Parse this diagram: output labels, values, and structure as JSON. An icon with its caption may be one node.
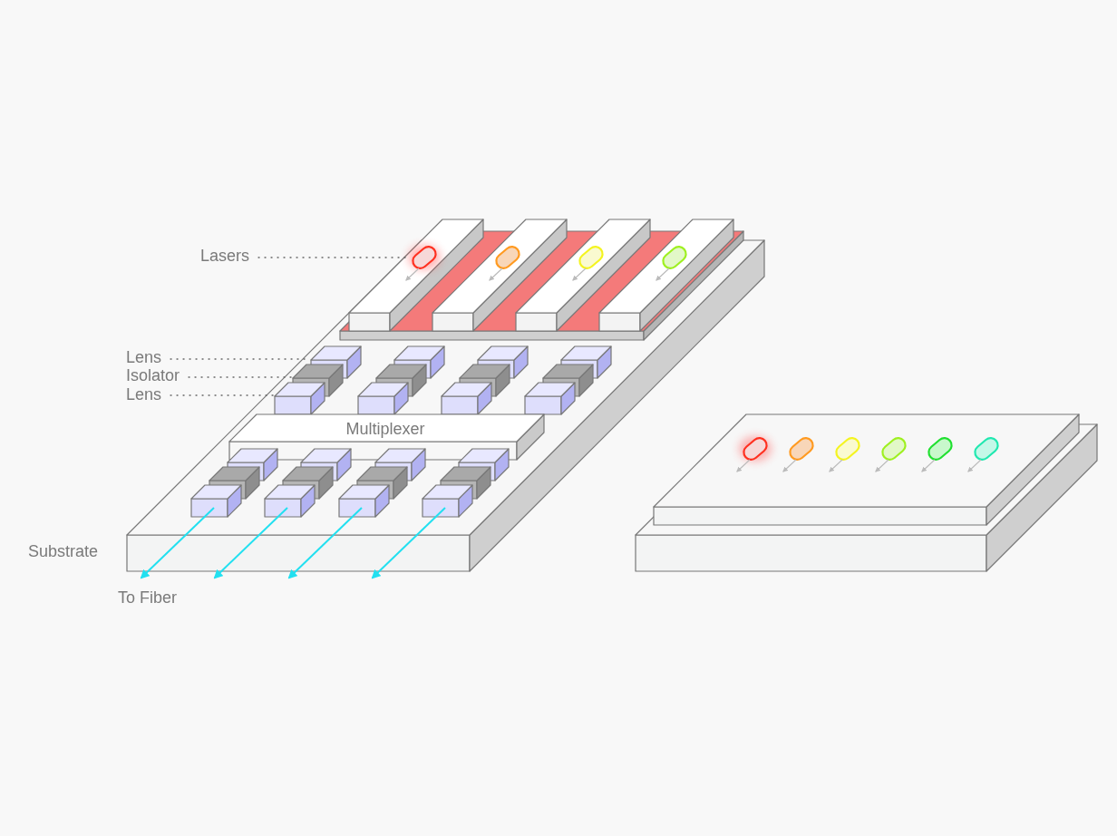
{
  "diagram": {
    "nodes": [
      {
        "text": [
          "Lasers"
        ]
      },
      {
        "text": [],
        "shape": "box"
      },
      {
        "text": [
          "Lens"
        ]
      },
      {
        "text": [],
        "shape": "box"
      },
      {
        "text": [
          "Isolator"
        ]
      },
      {
        "text": [],
        "shape": "box"
      },
      {
        "text": [
          "Lens"
        ]
      },
      {
        "text": [],
        "shape": "box"
      },
      {
        "text": [
          "Multiplexer"
        ]
      },
      {
        "text": [],
        "shape": "box"
      },
      {
        "text": [],
        "shape": "box"
      },
      {
        "text": [],
        "shape": "box"
      }
    ],
    "edges": [
      {
        "from": 0,
        "to": 1,
        "arrow": "none",
        "style": "dashed"
      },
      {
        "from": 2,
        "to": 3,
        "arrow": "none",
        "style": "dashed"
      },
      {
        "from": 4,
        "to": 5,
        "arrow": "none",
        "style": "dashed"
      },
      {
        "from": 6,
        "to": 7,
        "arrow": "none",
        "style": "dashed"
      }
    ],
    "labels": [
      "Substrate",
      "To Fiber"
    ]
  }
}
